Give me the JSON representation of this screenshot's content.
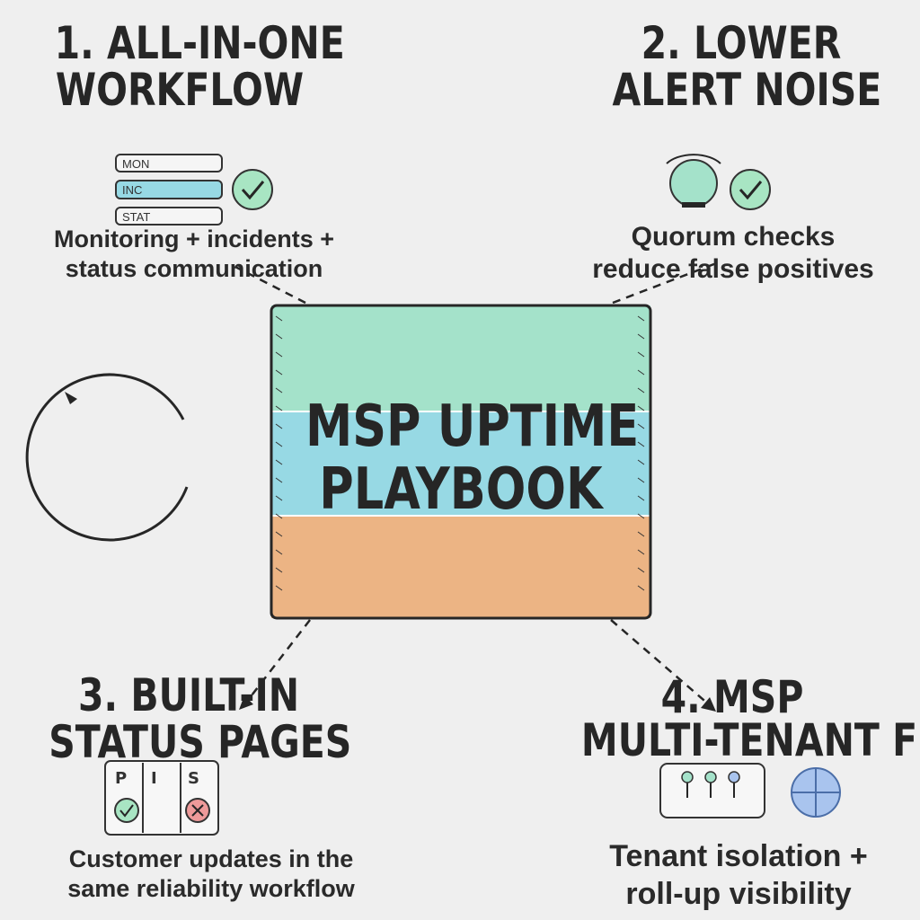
{
  "center": {
    "title_line1": "MSP UPTIME",
    "title_line2": "PLAYBOOK"
  },
  "sections": [
    {
      "heading_line1": "1. ALL-IN-ONE",
      "heading_line2": "WORKFLOW",
      "caption_line1": "Monitoring + incidents +",
      "caption_line2": "status communication",
      "pills": [
        "MON",
        "INC",
        "STAT"
      ],
      "icon": "check-icon"
    },
    {
      "heading_line1": "2. LOWER",
      "heading_line2": "ALERT NOISE",
      "caption_line1": "Quorum checks",
      "caption_line2": "reduce false positives",
      "icons": [
        "sensor-dome-icon",
        "check-icon"
      ]
    },
    {
      "heading_line1": "3. BUILT-IN",
      "heading_line2": "STATUS PAGES",
      "caption_line1": "Customer updates in the",
      "caption_line2": "same reliability workflow",
      "columns": [
        "P",
        "I",
        "S"
      ],
      "icons": [
        "check-icon",
        "x-icon"
      ]
    },
    {
      "heading_line1": "4. MSP",
      "heading_line2": "MULTI-TENANT FIT",
      "caption_line1": "Tenant isolation +",
      "caption_line2": "roll-up visibility",
      "icons": [
        "tenant-pins-icon",
        "globe-icon"
      ]
    }
  ],
  "colors": {
    "background": "#efefef",
    "band_top": "#a4e2ca",
    "band_middle": "#97d9e4",
    "band_bottom": "#ecb484",
    "check_fill": "#a8e5c3",
    "x_fill": "#ee9a9a",
    "globe_fill": "#a9c4ee",
    "ink": "#262626"
  },
  "decorations": [
    "cycle-arrow-icon"
  ]
}
